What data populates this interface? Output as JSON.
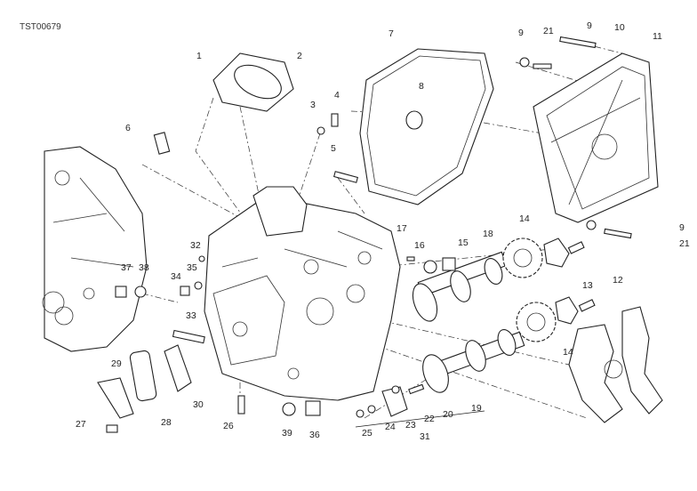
{
  "diagram": {
    "code": "TST00679",
    "callouts": [
      "1",
      "2",
      "3",
      "4",
      "5",
      "6",
      "7",
      "8",
      "9",
      "9",
      "10",
      "11",
      "21",
      "9",
      "21",
      "12",
      "13",
      "14",
      "14",
      "15",
      "16",
      "17",
      "18",
      "19",
      "20",
      "22",
      "23",
      "24",
      "25",
      "31",
      "32",
      "35",
      "34",
      "37",
      "38",
      "33",
      "29",
      "30",
      "27",
      "28",
      "26",
      "39",
      "36"
    ]
  }
}
